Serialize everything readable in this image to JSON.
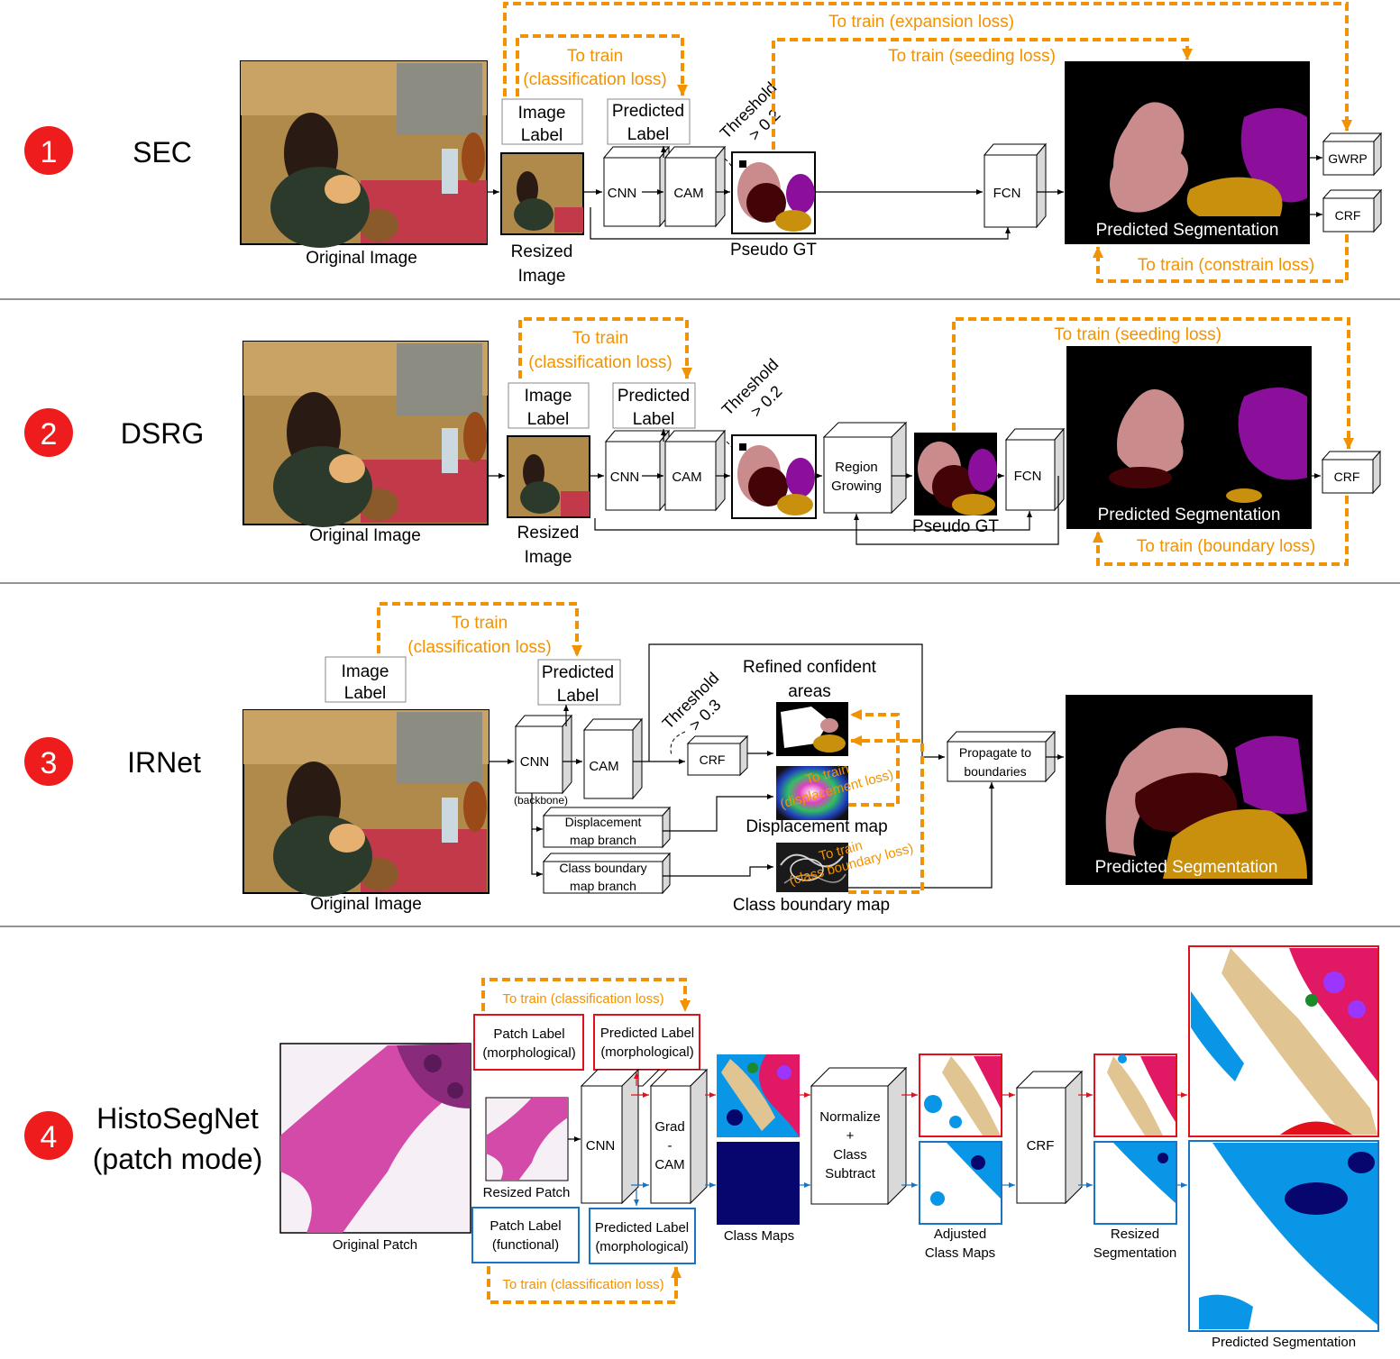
{
  "sections": [
    {
      "number": "1",
      "name": "SEC",
      "original_caption": "Original Image",
      "image_label": [
        "Image",
        "Label"
      ],
      "predicted_label": [
        "Predicted",
        "Label"
      ],
      "resized_caption": [
        "Resized",
        "Image"
      ],
      "cnn": "CNN",
      "cam": "CAM",
      "threshold": [
        "Threshold",
        "> 0.2"
      ],
      "pseudo_gt": "Pseudo GT",
      "fcn": "FCN",
      "gwrp": "GWRP",
      "crf": "CRF",
      "predicted_segmentation": "Predicted Segmentation",
      "train_classification": [
        "To train",
        "(classification loss)"
      ],
      "train_expansion": "To train (expansion loss)",
      "train_seeding": "To train (seeding loss)",
      "train_constrain": "To train (constrain loss)"
    },
    {
      "number": "2",
      "name": "DSRG",
      "original_caption": "Original Image",
      "image_label": [
        "Image",
        "Label"
      ],
      "predicted_label": [
        "Predicted",
        "Label"
      ],
      "resized_caption": [
        "Resized",
        "Image"
      ],
      "cnn": "CNN",
      "cam": "CAM",
      "threshold": [
        "Threshold",
        "> 0.2"
      ],
      "region_growing": [
        "Region",
        "Growing"
      ],
      "pseudo_gt": "Pseudo GT",
      "fcn": "FCN",
      "crf": "CRF",
      "predicted_segmentation": "Predicted Segmentation",
      "train_classification": [
        "To train",
        "(classification loss)"
      ],
      "train_seeding": "To train (seeding loss)",
      "train_boundary": "To train (boundary loss)"
    },
    {
      "number": "3",
      "name": "IRNet",
      "original_caption": "Original Image",
      "image_label": [
        "Image",
        "Label"
      ],
      "predicted_label": [
        "Predicted",
        "Label"
      ],
      "cnn": "CNN",
      "backbone": "(backbone)",
      "cam": "CAM",
      "threshold": [
        "Threshold",
        "> 0.3"
      ],
      "crf": "CRF",
      "refined": [
        "Refined confident",
        "areas"
      ],
      "displacement_branch": [
        "Displacement",
        "map branch"
      ],
      "boundary_branch": [
        "Class boundary",
        "map branch"
      ],
      "displacement_map": "Displacement map",
      "boundary_map": "Class boundary map",
      "train_displacement": [
        "To train",
        "(displacement loss)"
      ],
      "train_boundary": [
        "To train",
        "(class boundary loss)"
      ],
      "propagate": [
        "Propagate to",
        "boundaries"
      ],
      "predicted_segmentation": "Predicted Segmentation",
      "train_classification": [
        "To train",
        "(classification loss)"
      ]
    },
    {
      "number": "4",
      "name": [
        "HistoSegNet",
        "(patch mode)"
      ],
      "original_caption": "Original Patch",
      "resized_caption": "Resized Patch",
      "patch_label_morph": [
        "Patch Label",
        "(morphological)"
      ],
      "predicted_label_morph_top": [
        "Predicted Label",
        "(morphological)"
      ],
      "patch_label_func": [
        "Patch Label",
        "(functional)"
      ],
      "predicted_label_morph_bottom": [
        "Predicted Label",
        "(morphological)"
      ],
      "cnn": "CNN",
      "gradcam": [
        "Grad",
        "-",
        "CAM"
      ],
      "class_maps": "Class Maps",
      "normalize": [
        "Normalize",
        "+",
        "Class",
        "Subtract"
      ],
      "adjusted": [
        "Adjusted",
        "Class Maps"
      ],
      "crf": "CRF",
      "resized_seg": [
        "Resized",
        "Segmentation"
      ],
      "predicted_segmentation": "Predicted Segmentation",
      "train_top": "To train (classification loss)",
      "train_bottom": "To train (classification loss)"
    }
  ],
  "colors": {
    "badge": "#ee1c1c",
    "train_arrow": "#f39200",
    "morph_box": "#e2101a",
    "func_box": "#1874c4",
    "cube_face": "#ffffff",
    "cube_side": "#d9d9d9",
    "seg_pink": "#c98b8b",
    "seg_purple": "#8b0f9b",
    "seg_gold": "#c8900c",
    "seg_maroon": "#420406",
    "seg_black": "#000000",
    "histo_tan": "#e0c592",
    "histo_magenta": "#e11864",
    "histo_blue": "#0a96e6",
    "histo_navy": "#06066e",
    "histo_violet": "#9b36ff",
    "histo_green": "#1a8a2a",
    "tissue_pink": "#d34aa8"
  }
}
